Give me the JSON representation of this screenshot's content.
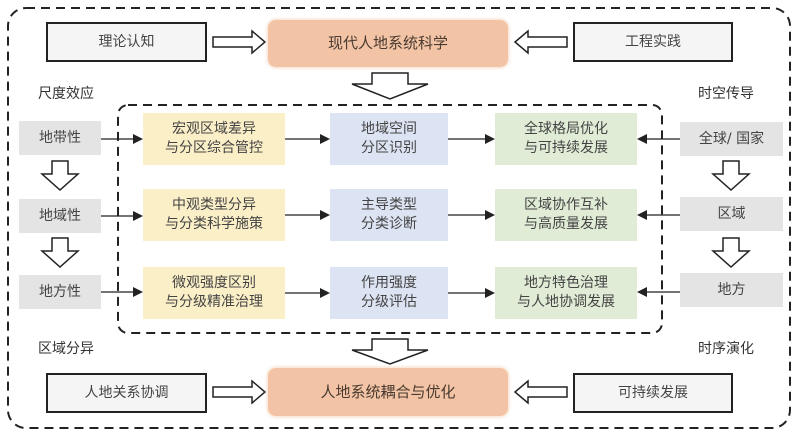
{
  "top_row": {
    "left": "理论认知",
    "center": "现代人地系统科学",
    "right": "工程实践"
  },
  "bottom_row": {
    "left": "人地关系协调",
    "center": "人地系统耦合与优化",
    "right": "可持续发展"
  },
  "corner_labels": {
    "top_left": "尺度效应",
    "top_right": "时空传导",
    "bottom_left": "区域分异",
    "bottom_right": "时序演化"
  },
  "left_scale": [
    "地带性",
    "地域性",
    "地方性"
  ],
  "right_scale": [
    "全球/ 国家",
    "区域",
    "地方"
  ],
  "rows": [
    {
      "yellow": [
        "宏观区域差异",
        "与分区综合管控"
      ],
      "blue": [
        "地域空间",
        "分区识别"
      ],
      "green": [
        "全球格局优化",
        "与可持续发展"
      ]
    },
    {
      "yellow": [
        "中观类型分异",
        "与分类科学施策"
      ],
      "blue": [
        "主导类型",
        "分类诊断"
      ],
      "green": [
        "区域协作互补",
        "与高质量发展"
      ]
    },
    {
      "yellow": [
        "微观强度区别",
        "与分级精准治理"
      ],
      "blue": [
        "作用强度",
        "分级评估"
      ],
      "green": [
        "地方特色治理",
        "与人地协调发展"
      ]
    }
  ],
  "colors": {
    "orange": "#f2c4a5",
    "yellow": "#fbefc8",
    "blue": "#dce3f2",
    "green": "#e0ecd6",
    "gray": "#e4e4e4"
  }
}
